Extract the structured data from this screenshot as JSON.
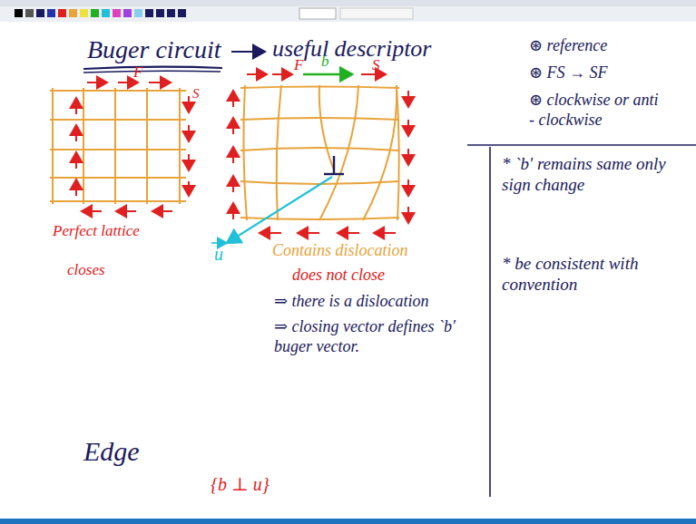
{
  "diagram": {
    "title": "Buger circuit",
    "labels": [
      "useful descriptor",
      "F",
      "S",
      "F",
      "b",
      "S",
      "Perfect lattice",
      "closes",
      "u",
      "Contains dislocation",
      "does not close",
      "⇒ there is a dislocation",
      "⇒ closing vector defines `b' buger vector.",
      "⊛ reference",
      "⊛ FS → SF",
      "⊛ clockwise or anti - clockwise",
      "* `b' remains same only sign change",
      "* be consistent with convention",
      "Edge",
      "{b ⊥ u}"
    ]
  }
}
